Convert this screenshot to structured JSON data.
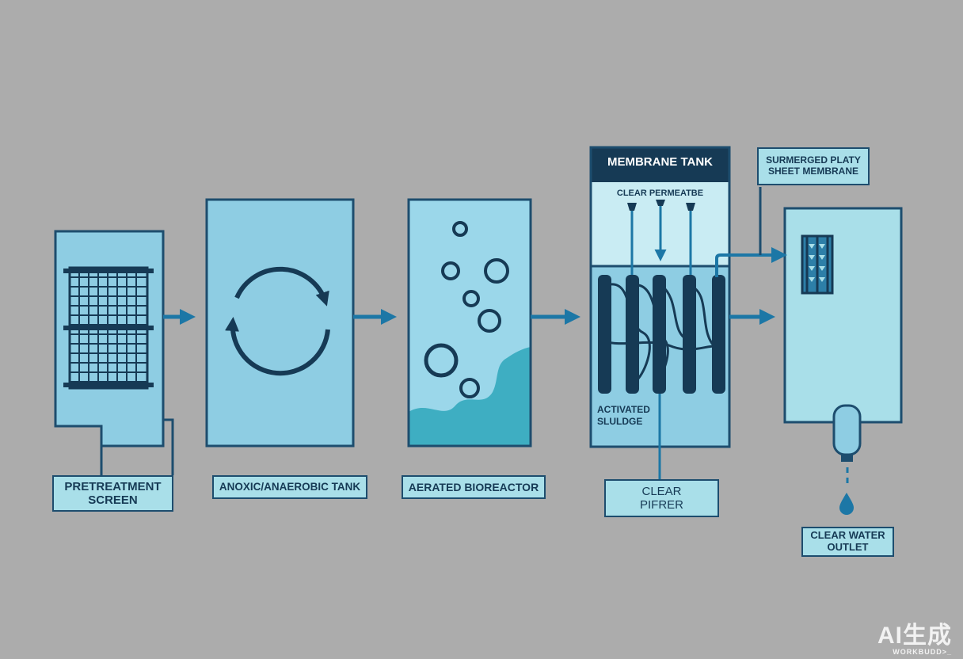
{
  "labels": {
    "pretreatment": [
      "PRETREATMENT",
      "SCREEN"
    ],
    "anoxic": "ANOXIC/ANAEROBIC TANK",
    "aerated": "AERATED BIOREACTOR",
    "membrane_tank_title": "MEMBRANE TANK",
    "clear_permeate": "CLEAR PERMEATBE",
    "activated_sludge": [
      "ACTIVATED",
      "SLULDGE"
    ],
    "clear_pifrer": [
      "CLEAR",
      "PIFRER"
    ],
    "submerged": [
      "SURMERGED PLATY",
      "SHEET MEMBRANE"
    ],
    "clear_water_outlet": [
      "CLEAR WATER",
      "OUTLET"
    ]
  },
  "watermark": {
    "main": "AI生成",
    "sub": "WORKBUDD>_"
  },
  "colors": {
    "background": "#acacac",
    "tank_fill": "#8ecde3",
    "dark_navy": "#163a55",
    "flow_blue": "#1c77a6",
    "label_fill": "#a9dfe9",
    "sludge_teal": "#3eaec2"
  },
  "icons": [
    "screen-grid-icon",
    "recirculation-arrows-icon",
    "air-bubbles-icon",
    "membrane-module-icon",
    "water-drop-icon"
  ]
}
